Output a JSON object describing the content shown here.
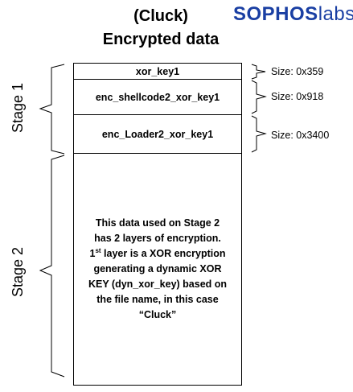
{
  "title": {
    "line1": "(Cluck)",
    "line2": "Encrypted data"
  },
  "logo": {
    "part1": "SOPHOS",
    "part2": "labs",
    "color": "#1a3fa3"
  },
  "blocks": [
    {
      "label": "xor_key1"
    },
    {
      "label": "enc_shellcode2_xor_key1"
    },
    {
      "label": "enc_Loader2_xor_key1"
    },
    {
      "line_a": "This data used on Stage 2 has 2 layers of encryption.",
      "ordinal_num": "1",
      "ordinal_sup": "st",
      "line_b": " layer is a XOR encryption generating a dynamic XOR KEY (dyn_xor_key) based on the file name, in this case “Cluck”"
    }
  ],
  "sizes": [
    "Size: 0x359",
    "Size: 0x918",
    "Size: 0x3400"
  ],
  "stages": [
    "Stage 1",
    "Stage 2"
  ]
}
